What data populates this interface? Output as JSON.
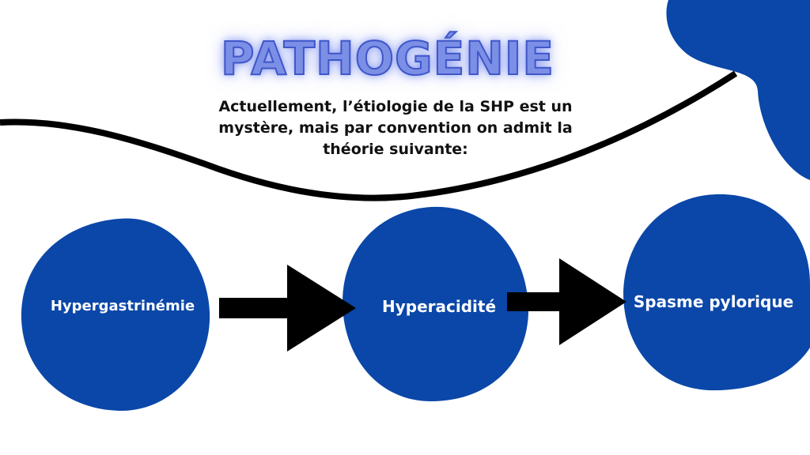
{
  "title": "PATHOGÉNIE",
  "subtitle": "Actuellement, l’étiologie de la  SHP est un mystère, mais par convention on admit la théorie suivante:",
  "nodes": [
    {
      "label": "Hypergastrinémie"
    },
    {
      "label": "Hyperacidité"
    },
    {
      "label": "Spasme pylorique"
    }
  ],
  "colors": {
    "blob": "#0b47a8",
    "arrow": "#000000",
    "curve": "#000000",
    "title_fill": "#7c8fe6",
    "title_glow": "#3f57c8"
  }
}
